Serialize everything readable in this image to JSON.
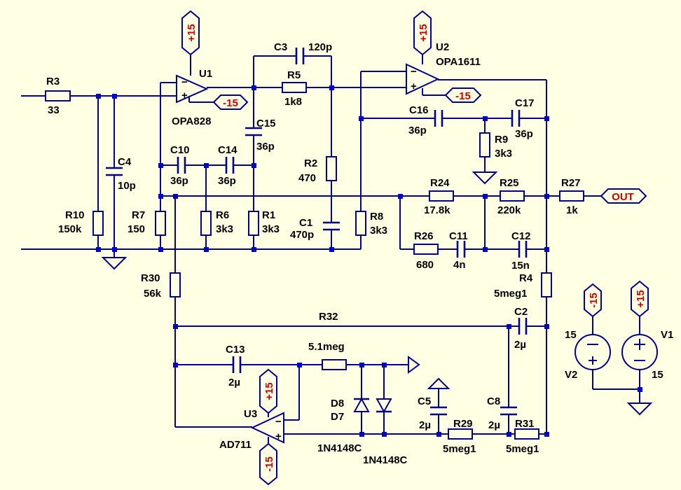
{
  "opamps": {
    "u1": {
      "ref": "U1",
      "part": "OPA828"
    },
    "u2": {
      "ref": "U2",
      "part": "OPA1611"
    },
    "u3": {
      "ref": "U3",
      "part": "AD711"
    }
  },
  "resistors": {
    "r1": {
      "ref": "R1",
      "value": "3k3"
    },
    "r2": {
      "ref": "R2",
      "value": "470"
    },
    "r3": {
      "ref": "R3",
      "value": "33"
    },
    "r4": {
      "ref": "R4",
      "value": "5meg1"
    },
    "r5": {
      "ref": "R5",
      "value": "1k8"
    },
    "r6": {
      "ref": "R6",
      "value": "3k3"
    },
    "r7": {
      "ref": "R7",
      "value": "150"
    },
    "r8": {
      "ref": "R8",
      "value": "3k3"
    },
    "r9": {
      "ref": "R9",
      "value": "3k3"
    },
    "r10": {
      "ref": "R10",
      "value": "150k"
    },
    "r24": {
      "ref": "R24",
      "value": "17.8k"
    },
    "r25": {
      "ref": "R25",
      "value": "220k"
    },
    "r26": {
      "ref": "R26",
      "value": "680"
    },
    "r27": {
      "ref": "R27",
      "value": "1k"
    },
    "r29": {
      "ref": "R29",
      "value": "5meg1"
    },
    "r30": {
      "ref": "R30",
      "value": "56k"
    },
    "r31": {
      "ref": "R31",
      "value": "5meg1"
    },
    "r32": {
      "ref": "R32",
      "value": "5.1meg"
    }
  },
  "capacitors": {
    "c1": {
      "ref": "C1",
      "value": "470p"
    },
    "c2": {
      "ref": "C2",
      "value": "2µ"
    },
    "c3": {
      "ref": "C3",
      "value": "120p"
    },
    "c4": {
      "ref": "C4",
      "value": "10p"
    },
    "c5": {
      "ref": "C5",
      "value": "2µ"
    },
    "c8": {
      "ref": "C8",
      "value": "2µ"
    },
    "c10": {
      "ref": "C10",
      "value": "36p"
    },
    "c11": {
      "ref": "C11",
      "value": "4n"
    },
    "c12": {
      "ref": "C12",
      "value": "15n"
    },
    "c13": {
      "ref": "C13",
      "value": "2µ"
    },
    "c14": {
      "ref": "C14",
      "value": "36p"
    },
    "c15": {
      "ref": "C15",
      "value": "36p"
    },
    "c16": {
      "ref": "C16",
      "value": "36p"
    },
    "c17": {
      "ref": "C17",
      "value": "36p"
    }
  },
  "diodes": {
    "d7": {
      "ref": "D7",
      "part": "1N4148C"
    },
    "d8": {
      "ref": "D8",
      "part": "1N4148C"
    }
  },
  "sources": {
    "v1": {
      "ref": "V1",
      "value": "15"
    },
    "v2": {
      "ref": "V2",
      "value": "15"
    }
  },
  "rails": {
    "pos": "+15",
    "neg": "-15"
  },
  "ports": {
    "out": "OUT"
  }
}
